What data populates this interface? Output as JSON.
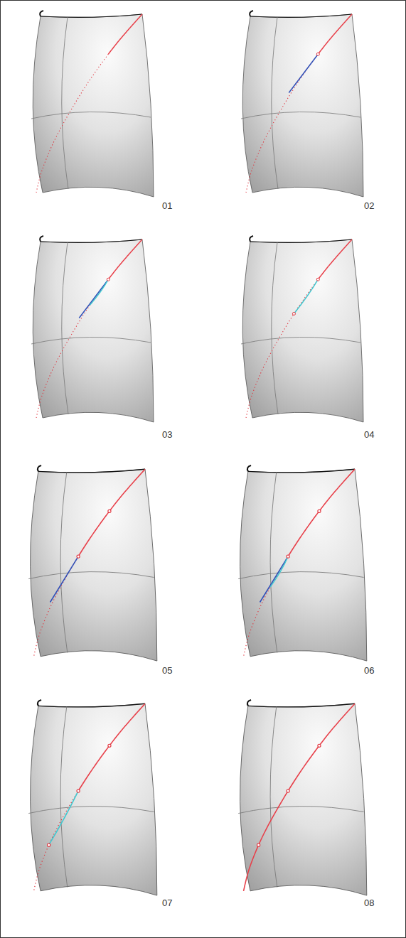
{
  "diagram": {
    "labels": [
      "01",
      "02",
      "03",
      "04",
      "05",
      "06",
      "07",
      "08"
    ]
  }
}
